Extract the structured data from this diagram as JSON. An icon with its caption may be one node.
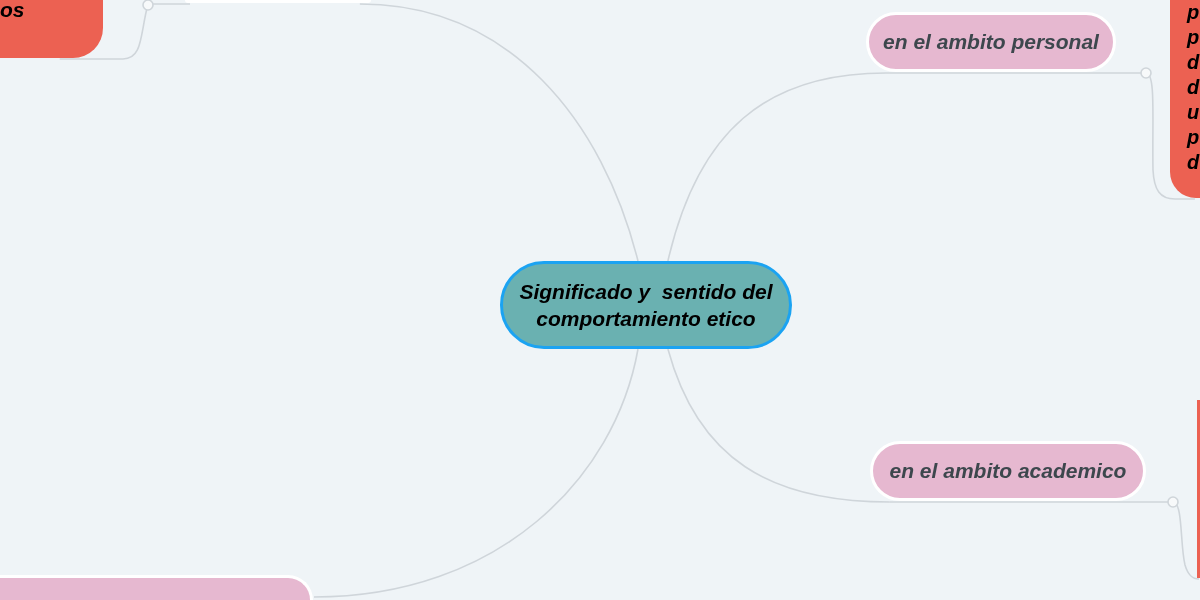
{
  "diagram": {
    "nodes": [
      {
        "text": [
          "Significado y  sentido del comportamiento etico"
        ]
      },
      {
        "text": [],
        "shape": "box"
      },
      {
        "text": [
          "os"
        ]
      },
      {
        "text": [
          "en el ambito personal"
        ]
      },
      {
        "text": [
          "p p d d u p d"
        ]
      },
      {
        "text": [
          "en el ambito academico"
        ]
      },
      {
        "text": [],
        "shape": "box"
      },
      {
        "text": [],
        "shape": "box"
      }
    ],
    "edges": [
      {
        "from": 0,
        "to": 1,
        "arrow": "none"
      },
      {
        "from": 1,
        "to": 2,
        "arrow": "none"
      },
      {
        "from": 0,
        "to": 3,
        "arrow": "none"
      },
      {
        "from": 3,
        "to": 4,
        "arrow": "none"
      },
      {
        "from": 0,
        "to": 5,
        "arrow": "none"
      },
      {
        "from": 5,
        "to": 6,
        "arrow": "none"
      },
      {
        "from": 0,
        "to": 7,
        "arrow": "none"
      }
    ]
  }
}
